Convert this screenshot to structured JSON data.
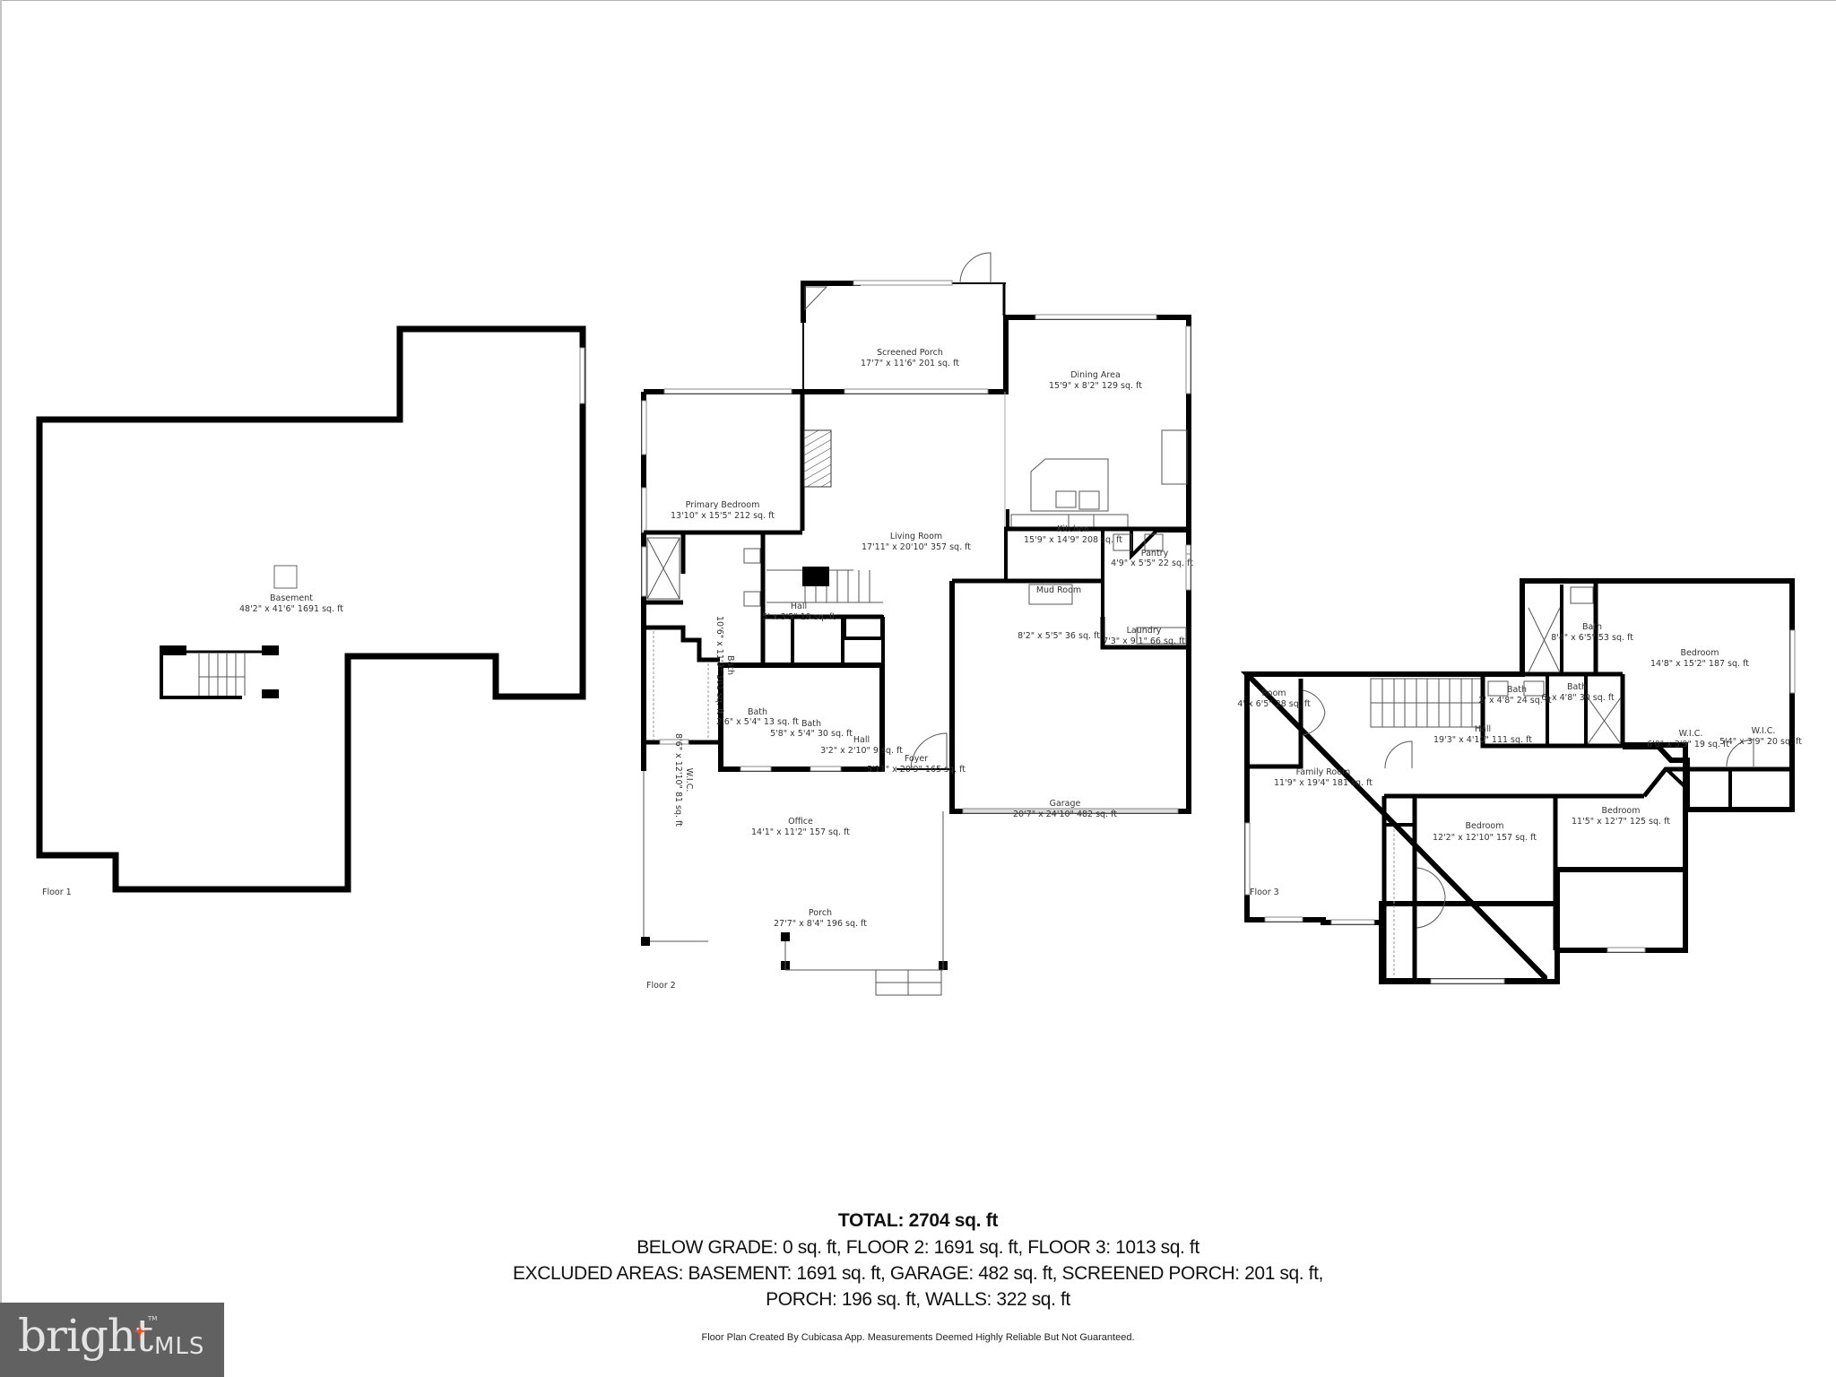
{
  "floors": {
    "floor1": {
      "label": "Floor 1",
      "rooms": [
        {
          "name": "Basement",
          "dims": "48'2\" x 41'6\" 1691 sq. ft"
        }
      ]
    },
    "floor2": {
      "label": "Floor 2",
      "rooms": [
        {
          "name": "Screened Porch",
          "dims": "17'7\" x 11'6\" 201 sq. ft"
        },
        {
          "name": "Dining Area",
          "dims": "15'9\" x 8'2\" 129 sq. ft"
        },
        {
          "name": "Primary Bedroom",
          "dims": "13'10\" x 15'5\" 212 sq. ft"
        },
        {
          "name": "Living Room",
          "dims": "17'11\" x 20'10\" 357 sq. ft"
        },
        {
          "name": "Kitchen",
          "dims": "15'9\" x 14'9\" 208 sq. ft"
        },
        {
          "name": "Pantry",
          "dims": "4'9\" x 5'5\" 22 sq. ft"
        },
        {
          "name": "Hall",
          "dims": "5' x 3'5\" 19 sq. ft"
        },
        {
          "name": "Mud Room",
          "dims": "8'2\" x 5'5\" 36 sq. ft"
        },
        {
          "name": "Laundry",
          "dims": "7'3\" x 9'1\" 66 sq. ft"
        },
        {
          "name": "Bath",
          "dims": "10'6\" x 11'9\" 101 sq. ft"
        },
        {
          "name": "Bath",
          "dims": "2'6\" x 5'4\" 13 sq. ft"
        },
        {
          "name": "Bath",
          "dims": "5'8\" x 5'4\" 30 sq. ft"
        },
        {
          "name": "Hall",
          "dims": "3'2\" x 2'10\" 9 sq. ft"
        },
        {
          "name": "Foyer",
          "dims": "5'11\" x 20'9\" 165 sq. ft"
        },
        {
          "name": "W.I.C.",
          "dims": "8'6\" x 12'10\" 81 sq. ft"
        },
        {
          "name": "Office",
          "dims": "14'1\" x 11'2\" 157 sq. ft"
        },
        {
          "name": "Garage",
          "dims": "20'7\" x 24'10\" 482 sq. ft"
        },
        {
          "name": "Porch",
          "dims": "27'7\" x 8'4\" 196 sq. ft"
        }
      ]
    },
    "floor3": {
      "label": "Floor 3",
      "rooms": [
        {
          "name": "Bath",
          "dims": "8'4\" x 6'5\" 53 sq. ft"
        },
        {
          "name": "Bedroom",
          "dims": "14'8\" x 15'2\" 187 sq. ft"
        },
        {
          "name": "Room",
          "dims": "4' x 6'5\" 28 sq. ft"
        },
        {
          "name": "Bath",
          "dims": "2' x 4'8\" 24 sq. ft"
        },
        {
          "name": "Bath",
          "dims": "6' x 4'8\" 30 sq. ft"
        },
        {
          "name": "Hall",
          "dims": "19'3\" x 4'10\" 111 sq. ft"
        },
        {
          "name": "W.I.C.",
          "dims": "6'0\" x 3'9\" 19 sq. ft"
        },
        {
          "name": "W.I.C.",
          "dims": "5'4\" x 3'9\" 20 sq. ft"
        },
        {
          "name": "Family Room",
          "dims": "11'9\" x 19'4\" 181 sq. ft"
        },
        {
          "name": "Bedroom",
          "dims": "12'2\" x 12'10\" 157 sq. ft"
        },
        {
          "name": "Bedroom",
          "dims": "11'5\" x 12'7\" 125 sq. ft"
        }
      ]
    }
  },
  "summary": {
    "total": "TOTAL: 2704 sq. ft",
    "line1": "BELOW GRADE: 0 sq. ft, FLOOR 2: 1691 sq. ft, FLOOR 3: 1013 sq. ft",
    "line2": "EXCLUDED AREAS: BASEMENT: 1691 sq. ft, GARAGE: 482 sq. ft, SCREENED PORCH: 201 sq. ft,",
    "line3": "PORCH: 196 sq. ft, WALLS: 322 sq. ft",
    "disclaimer": "Floor Plan Created By Cubicasa App. Measurements Deemed Highly Reliable But Not Guaranteed."
  },
  "logo": {
    "word": "bright",
    "tm": "TM",
    "suffix": "MLS",
    "background": "#616161",
    "accent": "#e0552f"
  },
  "colors": {
    "wall": "#000000",
    "background": "#ffffff",
    "text": "#333333"
  }
}
